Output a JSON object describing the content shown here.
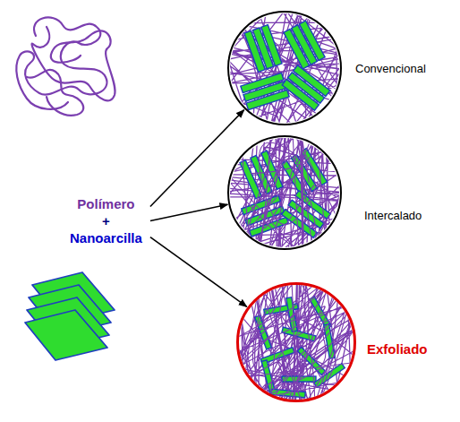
{
  "diagram": {
    "nodes": [
      {
        "text": [
          "Polímero",
          "+",
          "Nanoarcilla"
        ]
      },
      {
        "text": [
          "Convencional"
        ]
      },
      {
        "text": [
          "Intercalado"
        ]
      },
      {
        "text": [
          "Exfoliado"
        ]
      }
    ],
    "edges": [
      {
        "from": 0,
        "to": 1,
        "arrow": "to"
      },
      {
        "from": 0,
        "to": 2,
        "arrow": "to"
      },
      {
        "from": 0,
        "to": 3,
        "arrow": "to"
      }
    ]
  }
}
